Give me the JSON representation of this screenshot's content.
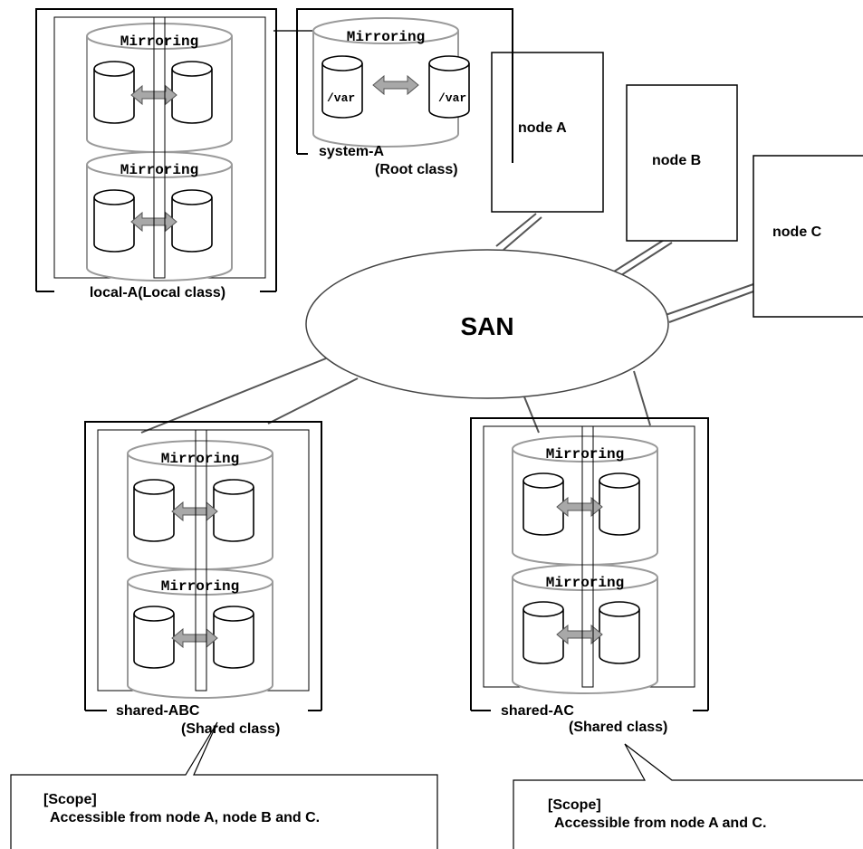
{
  "labels": {
    "mirroring": "Mirroring",
    "var_path": "/var",
    "node_a": "node A",
    "node_b": "node B",
    "node_c": "node C",
    "san": "SAN",
    "local_class": "local-A(Local class)",
    "system_name": "system-A",
    "system_class": "(Root class)",
    "shared_abc_name": "shared-ABC",
    "shared_abc_class": "(Shared class)",
    "shared_ac_name": "shared-AC",
    "shared_ac_class": "(Shared class)"
  },
  "callouts": {
    "left": {
      "title": "[Scope]",
      "text": "Accessible from node A, node B and C."
    },
    "right": {
      "title": "[Scope]",
      "text": "Accessible from node A and C."
    }
  },
  "colors": {
    "line": "#000000",
    "cylinder_fill": "#ffffff",
    "cylinder_outline": "#9a9a9a",
    "arrow_fill": "#a8a8a8",
    "link_line": "#555555"
  }
}
